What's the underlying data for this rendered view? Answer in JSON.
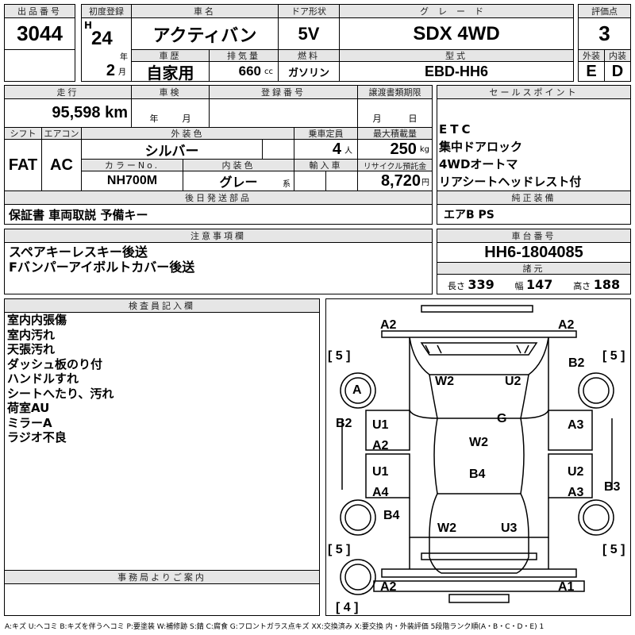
{
  "lot": {
    "label": "出品番号",
    "value": "3044"
  },
  "first_reg": {
    "label": "初度登録",
    "era": "H",
    "year": "24",
    "year_unit": "年",
    "month": "2",
    "month_unit": "月"
  },
  "car_name": {
    "label": "車名",
    "value": "アクティバン"
  },
  "door": {
    "label": "ドア形状",
    "value": "5V"
  },
  "grade": {
    "label": "グレード",
    "value": "SDX 4WD"
  },
  "score": {
    "label": "評価点",
    "value": "3",
    "ext_label": "外装",
    "int_label": "内装",
    "ext": "E",
    "int": "D"
  },
  "history": {
    "label": "車歴",
    "value": "自家用"
  },
  "displacement": {
    "label": "排気量",
    "value": "660",
    "unit": "cc"
  },
  "fuel": {
    "label": "燃料",
    "value": "ガソリン"
  },
  "model": {
    "label": "型式",
    "value": "EBD-HH6"
  },
  "mileage": {
    "label": "走行",
    "value": "95,598 km"
  },
  "inspection": {
    "label": "車検",
    "year": "年",
    "month": "月"
  },
  "reg_no": {
    "label": "登録番号"
  },
  "transfer": {
    "label": "譲渡書類期限",
    "month": "月",
    "day": "日"
  },
  "shift": {
    "label": "シフト",
    "value": "FAT"
  },
  "ac": {
    "label": "エアコン",
    "value": "AC"
  },
  "ext_color": {
    "label": "外装色",
    "value": "シルバー"
  },
  "capacity": {
    "label": "乗車定員",
    "value": "4",
    "unit": "人"
  },
  "max_load": {
    "label": "最大積載量",
    "value": "250",
    "unit": "kg"
  },
  "color_no": {
    "label": "カラーNo.",
    "value": "NH700M"
  },
  "int_color": {
    "label": "内装色",
    "value": "グレー",
    "unit": "系"
  },
  "import": {
    "label": "輸入車"
  },
  "recycle": {
    "label": "リサイクル預託金",
    "value": "8,720",
    "unit": "円"
  },
  "later_parts": {
    "label": "後日発送部品",
    "value": "保証書 車両取説 予備キー"
  },
  "sales_points": {
    "label": "セールスポイント",
    "items": [
      "ETC",
      "集中ドアロック",
      "4WDオートマ",
      "リアシートヘッドレスト付"
    ]
  },
  "equipment": {
    "label": "純正装備",
    "value": "エアB PS"
  },
  "notes": {
    "label": "注意事項欄",
    "items": [
      "スペアキーレスキー後送",
      "Fバンパーアイボルトカバー後送"
    ]
  },
  "chassis": {
    "label": "車台番号",
    "value": "HH6-1804085"
  },
  "specs": {
    "label": "諸元",
    "length_label": "長さ",
    "length": "339",
    "width_label": "幅",
    "width": "147",
    "height_label": "高さ",
    "height": "188"
  },
  "inspector": {
    "label": "検査員記入欄",
    "items": [
      "室内内張傷",
      "室内汚れ",
      "天張汚れ",
      "ダッシュ板のり付",
      "ハンドルすれ",
      "シートへたり、汚れ",
      "荷室AU",
      "ミラーA",
      "ラジオ不良"
    ]
  },
  "office": {
    "label": "事務局よりご案内"
  },
  "diagram": {
    "marks": [
      "A2",
      "A2",
      "B2",
      "A",
      "W2",
      "U2",
      "G",
      "B2",
      "U1",
      "A2",
      "W2",
      "A3",
      "U1",
      "A4",
      "B4",
      "U2",
      "A3",
      "B3",
      "B4",
      "W2",
      "U3",
      "A2",
      "A1"
    ],
    "tires": [
      "[ 5 ]",
      "[ 5 ]",
      "[ 5 ]",
      "[ 5 ]",
      "[ 4 ]"
    ]
  },
  "legend": "A:キズ U:ヘコミ B:キズを伴うヘコミ P:要塗装 W:補修跡 S:錆 C:腐食 G:フロントガラス点キズ XX:交換済み X:要交換 内・外装評価 5段階ランク順(A・B・C・D・E) 1"
}
